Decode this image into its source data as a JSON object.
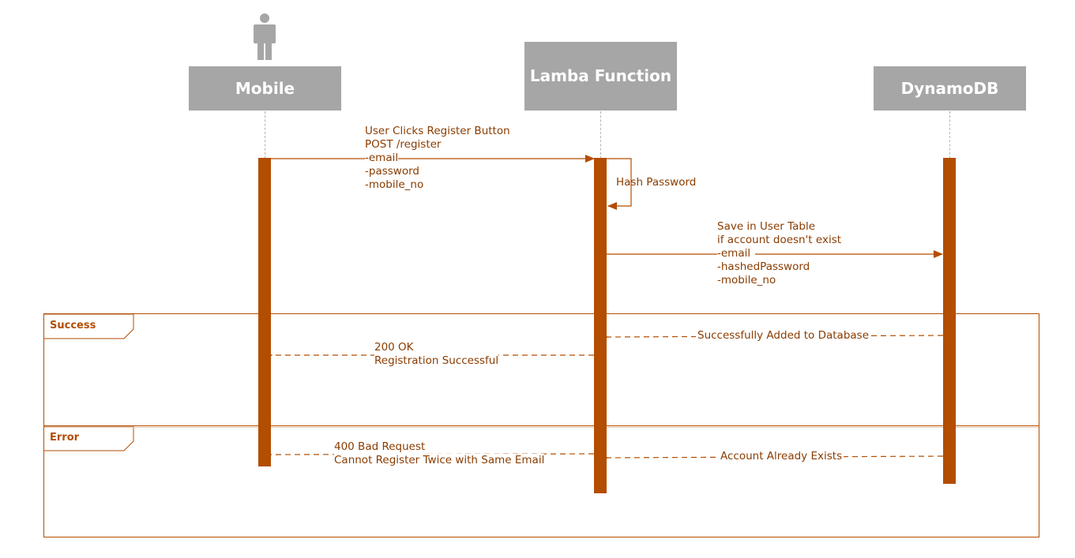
{
  "colors": {
    "accent": "#b34d00",
    "text": "#8a3c00",
    "actor_box": "#a6a6a6",
    "actor_icon": "#a6a6a6",
    "lifeline": "#b3b3b3"
  },
  "actors": {
    "mobile": {
      "label": "Mobile",
      "icon": "person-icon"
    },
    "lambda": {
      "label": "Lamba Function"
    },
    "dynamodb": {
      "label": "DynamoDB"
    }
  },
  "messages": {
    "register": {
      "lines": [
        "User Clicks Register Button",
        "POST /register",
        "-email",
        "-password",
        "-mobile_no"
      ]
    },
    "hash": {
      "label": "Hash Password"
    },
    "save": {
      "lines": [
        "Save in User Table",
        "if account doesn't exist",
        "-email",
        "-hashedPassword",
        "-mobile_no"
      ]
    },
    "db_success": {
      "label": "Successfully Added to Database"
    },
    "ok": {
      "lines": [
        "200 OK",
        "Registration Successful"
      ]
    },
    "bad_request": {
      "lines": [
        "400 Bad Request",
        "Cannot Register Twice with Same Email"
      ]
    },
    "db_exists": {
      "label": "Account Already Exists"
    }
  },
  "fragments": {
    "success": {
      "label": "Success"
    },
    "error": {
      "label": "Error"
    }
  }
}
